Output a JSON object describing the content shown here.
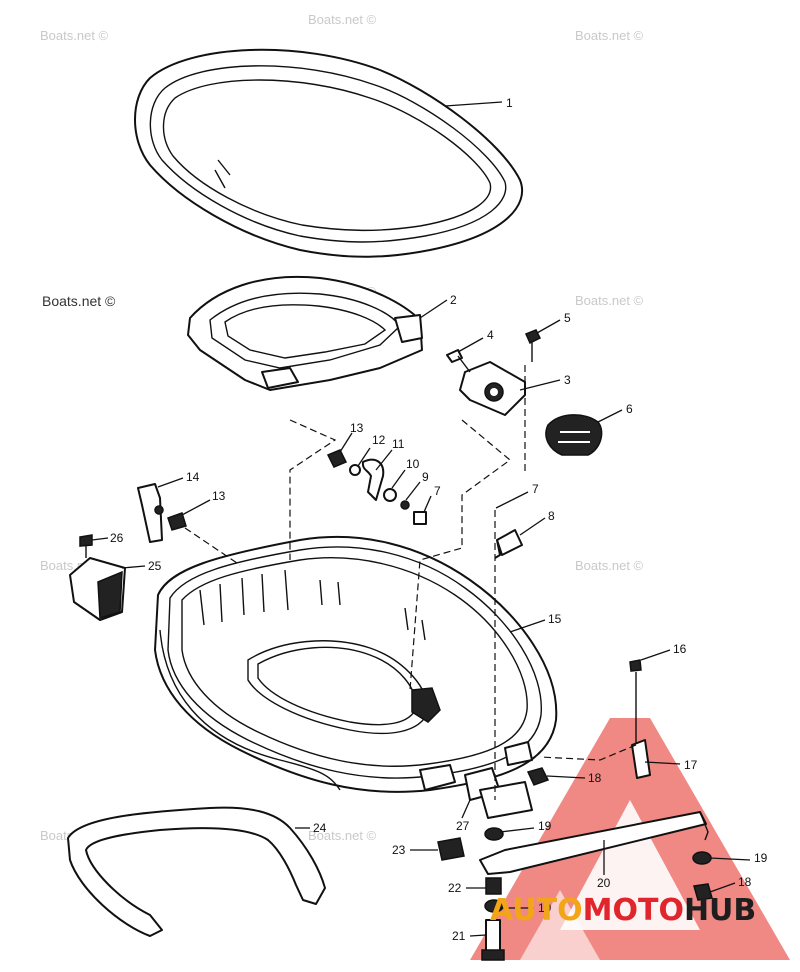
{
  "watermarks": {
    "site": "Boats.net ©",
    "brand_auto": "AUTO",
    "brand_moto": "MOTO",
    "brand_hub": "HUB"
  },
  "colors": {
    "brand_red": "#e0262c",
    "brand_yellow": "#f2a516",
    "brand_black": "#1e1e1e",
    "triangle_red": "#e8463f"
  },
  "part_labels": {
    "p1": "1",
    "p2": "2",
    "p3": "3",
    "p4": "4",
    "p5": "5",
    "p6": "6",
    "p7a": "7",
    "p7b": "7",
    "p8": "8",
    "p9": "9",
    "p10": "10",
    "p11": "11",
    "p12": "12",
    "p13a": "13",
    "p13b": "13",
    "p14": "14",
    "p15": "15",
    "p16": "16",
    "p17": "17",
    "p18a": "18",
    "p18b": "18",
    "p19a": "19",
    "p19b": "19",
    "p19c": "19",
    "p20": "20",
    "p21": "21",
    "p22": "22",
    "p23": "23",
    "p24": "24",
    "p25": "25",
    "p26": "26",
    "p27": "27"
  }
}
